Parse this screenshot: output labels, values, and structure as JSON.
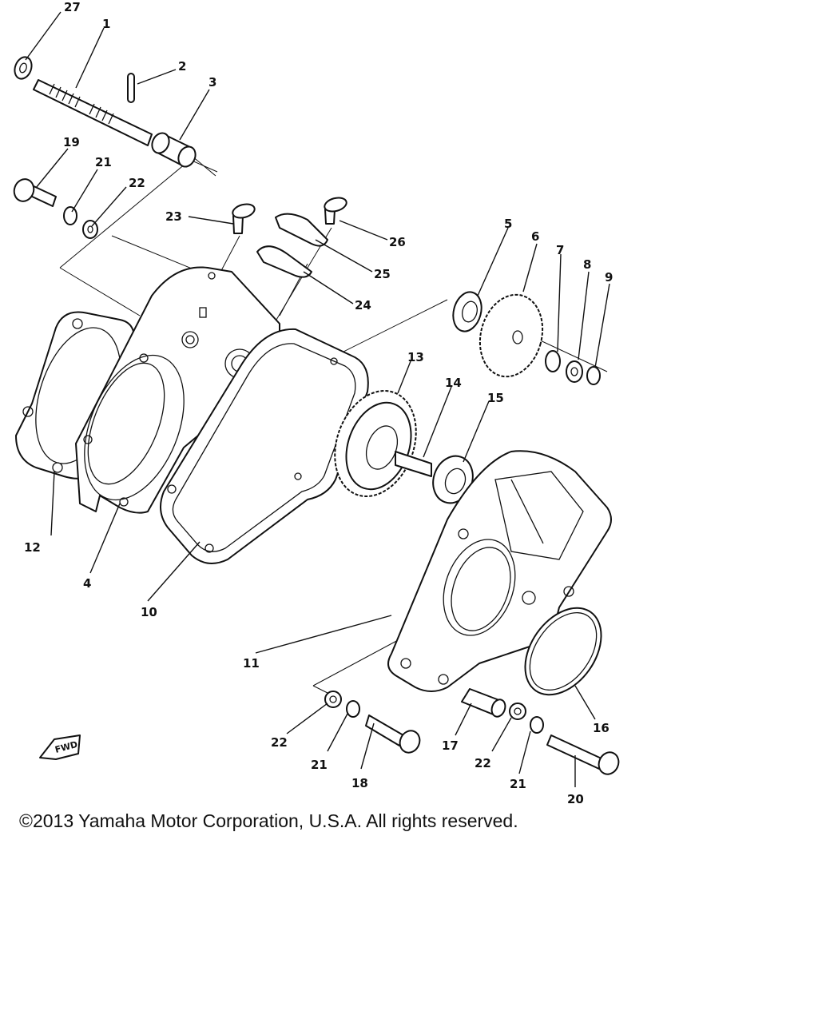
{
  "copyright": "©2013 Yamaha Motor Corporation, U.S.A. All rights reserved.",
  "fwd_label": "FWD",
  "callouts": {
    "c1": "1",
    "c2": "2",
    "c3": "3",
    "c4": "4",
    "c5": "5",
    "c6": "6",
    "c7": "7",
    "c8": "8",
    "c9": "9",
    "c10": "10",
    "c11": "11",
    "c12": "12",
    "c13": "13",
    "c14": "14",
    "c15": "15",
    "c16": "16",
    "c17": "17",
    "c18": "18",
    "c19": "19",
    "c20": "20",
    "c21": "21",
    "c22": "22",
    "c23": "23",
    "c24": "24",
    "c25": "25",
    "c26": "26",
    "c27": "27"
  }
}
